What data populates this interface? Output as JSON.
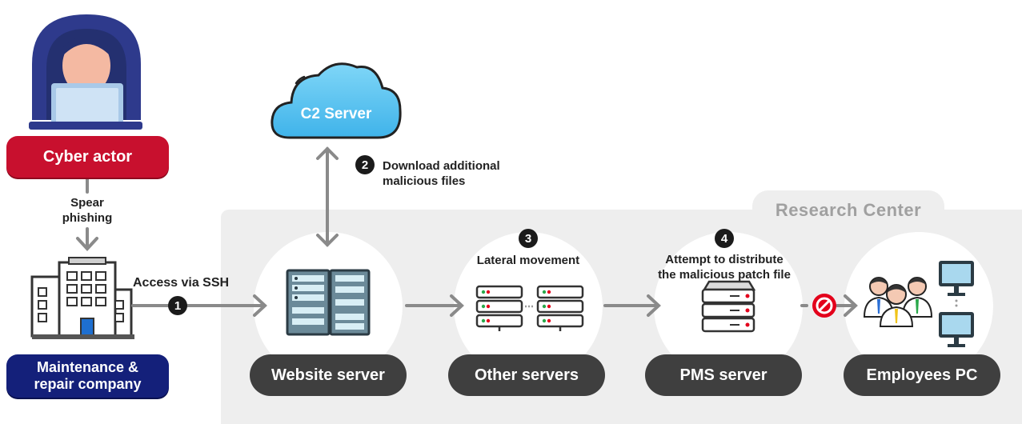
{
  "actor": {
    "label": "Cyber actor"
  },
  "company": {
    "label": "Maintenance &\nrepair company"
  },
  "spear_phishing": "Spear\nphishing",
  "c2": {
    "label": "C2 Server"
  },
  "steps": [
    {
      "number": "1",
      "text": "Access via SSH"
    },
    {
      "number": "2",
      "text": "Download additional\nmalicious files"
    },
    {
      "number": "3",
      "text": "Lateral movement"
    },
    {
      "number": "4",
      "text": "Attempt to distribute\nthe malicious patch file"
    }
  ],
  "region": {
    "title": "Research Center"
  },
  "nodes": [
    {
      "label": "Website server"
    },
    {
      "label": "Other servers"
    },
    {
      "label": "PMS server"
    },
    {
      "label": "Employees PC"
    }
  ],
  "colors": {
    "actor": "#c8102e",
    "company": "#14207a",
    "cloud": "#5ec4f0",
    "pill": "#3f3f3f",
    "blocked": "#e3001b"
  }
}
